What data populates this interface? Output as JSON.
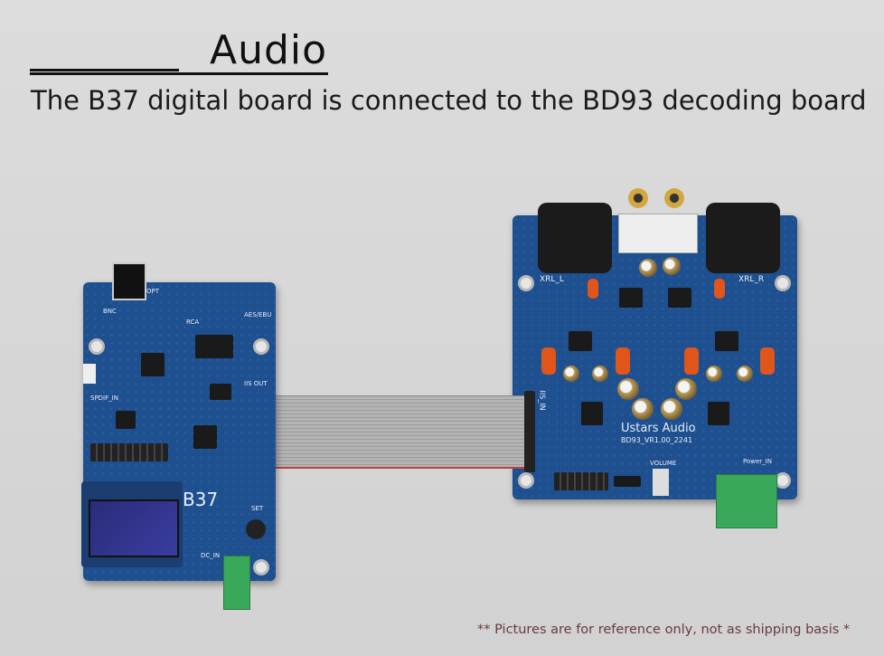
{
  "header": {
    "title": "Audio",
    "subtitle": "The B37 digital board is connected to the BD93 decoding board"
  },
  "footer": {
    "note": "** Pictures are for reference only, not as shipping basis *"
  },
  "left_board": {
    "name": "B37",
    "labels": [
      "SPDIF_IN",
      "BNC",
      "RCA",
      "AES/EBU",
      "IIS OUT",
      "DC_IN",
      "SET",
      "OPT"
    ]
  },
  "right_board": {
    "brand": "Ustars Audio",
    "model": "BD93_VR1.00_2241",
    "labels": [
      "XRL_L",
      "XRL_R",
      "IIS_IN",
      "VOLUME",
      "Power_IN"
    ]
  },
  "colors": {
    "pcb": "#1e4f8e",
    "terminal": "#3aa85a",
    "background": "#d8d8d8"
  }
}
